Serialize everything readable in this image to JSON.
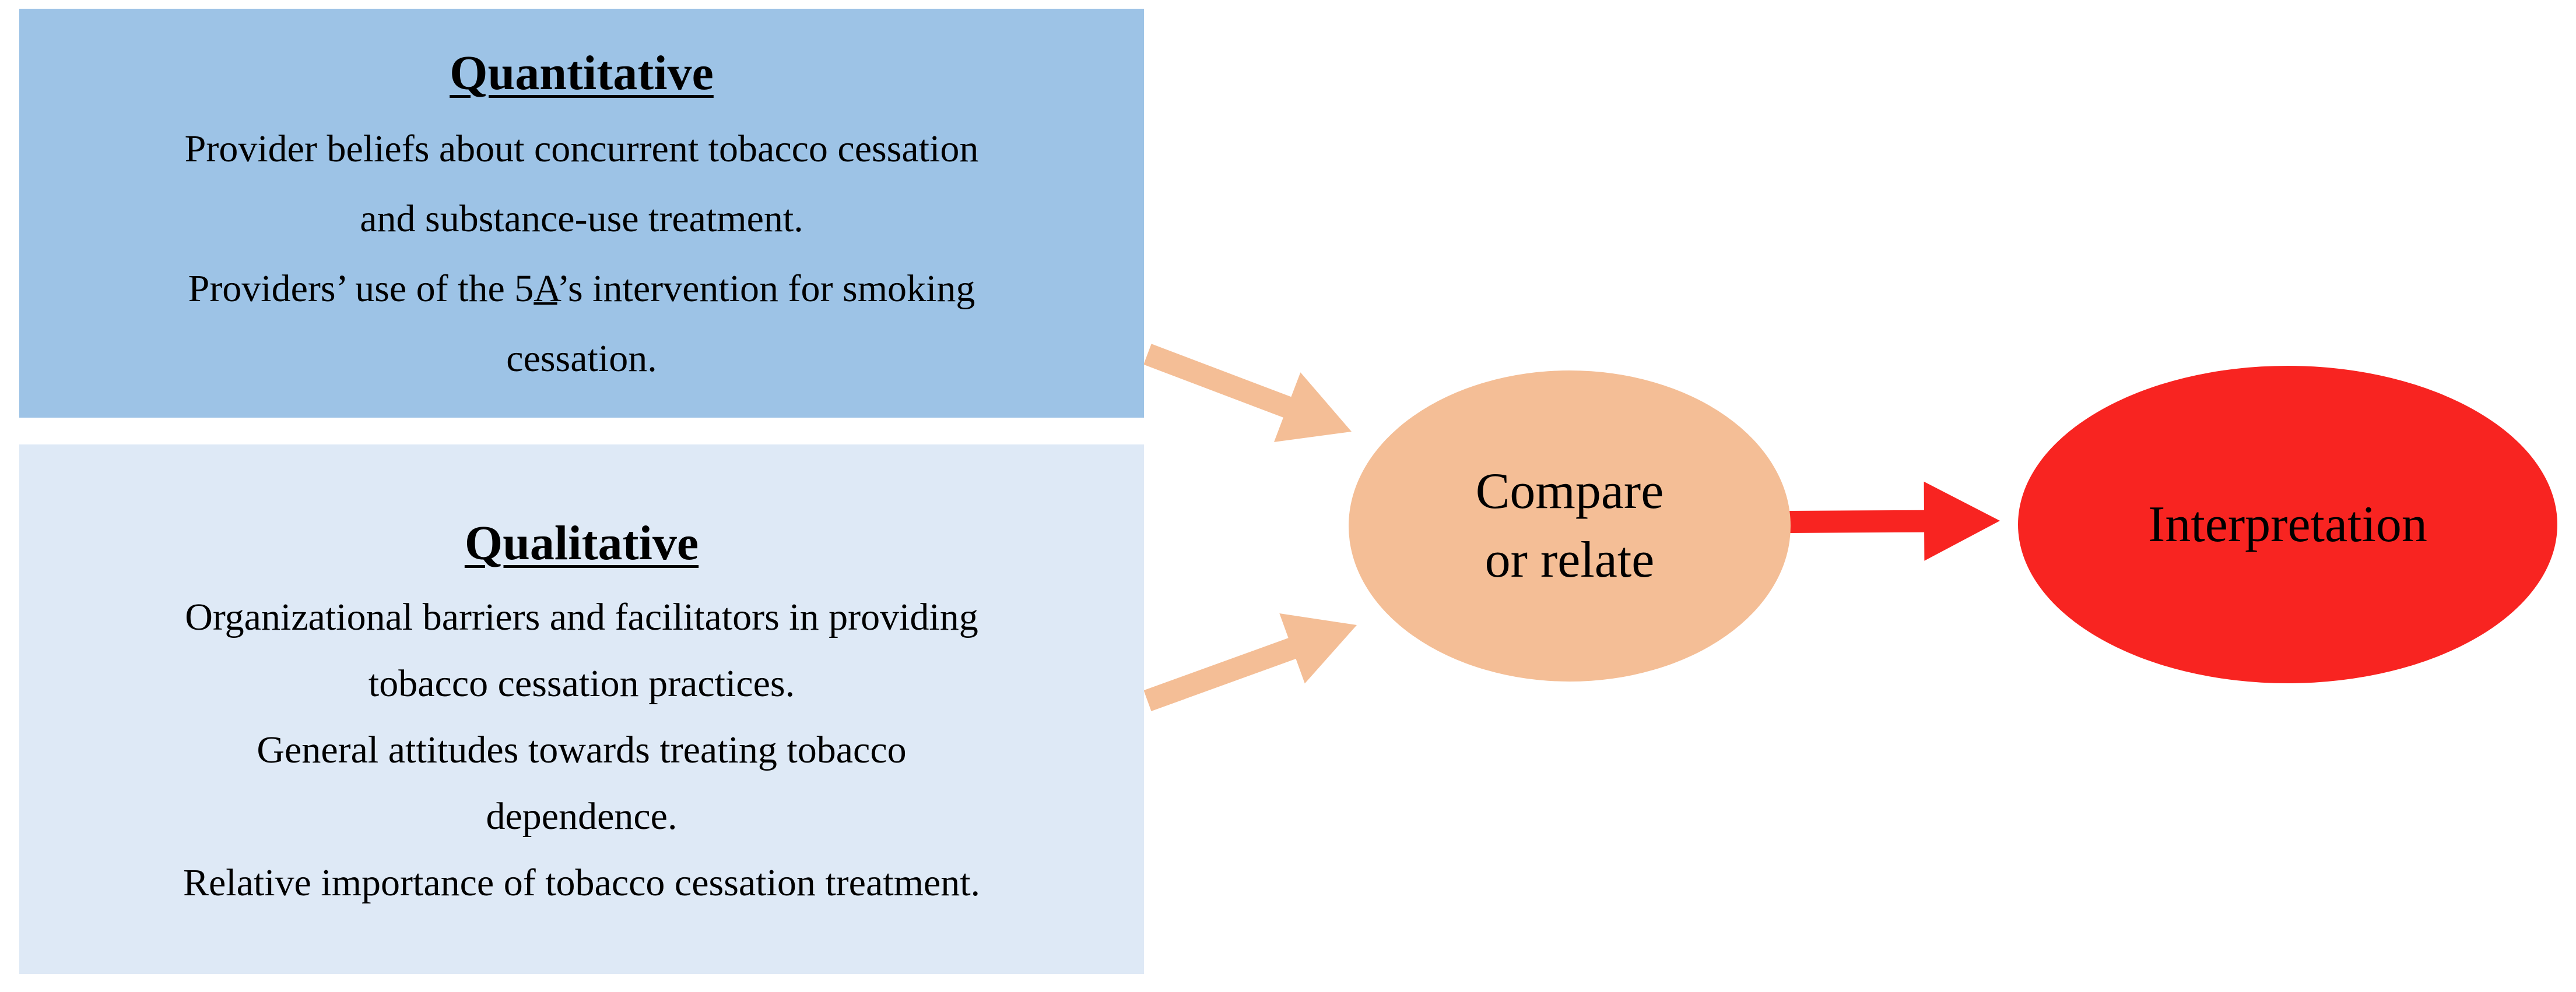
{
  "colors": {
    "background": "#FFFFFF",
    "quantitative_box_bg": "#9DC3E6",
    "qualitative_box_bg": "#DEE9F6",
    "compare_node_fill": "#F4BE96",
    "interpretation_node_fill": "#F82421",
    "arrow_orange": "#F4BE96",
    "arrow_red": "#F82421",
    "text": "#000000"
  },
  "quantitative": {
    "title": "Quantitative",
    "line1": "Provider beliefs about concurrent tobacco cessation",
    "line2": "and substance-use treatment.",
    "line3_pre": "Providers’ use of the 5",
    "line3_underlined": "A",
    "line3_post": "’s intervention for smoking",
    "line4": "cessation."
  },
  "qualitative": {
    "title": "Qualitative",
    "line1": "Organizational barriers and facilitators in providing",
    "line2": "tobacco cessation practices.",
    "line3": "General attitudes towards treating tobacco",
    "line4": "dependence.",
    "line5": "Relative importance of tobacco cessation treatment."
  },
  "compare_node": {
    "line1": "Compare",
    "line2": "or relate"
  },
  "interpretation_node": {
    "label": "Interpretation"
  },
  "connections": [
    {
      "from": "quantitative-box",
      "to": "compare-node",
      "color_key": "arrow_orange"
    },
    {
      "from": "qualitative-box",
      "to": "compare-node",
      "color_key": "arrow_orange"
    },
    {
      "from": "compare-node",
      "to": "interpretation-node",
      "color_key": "arrow_red"
    }
  ]
}
